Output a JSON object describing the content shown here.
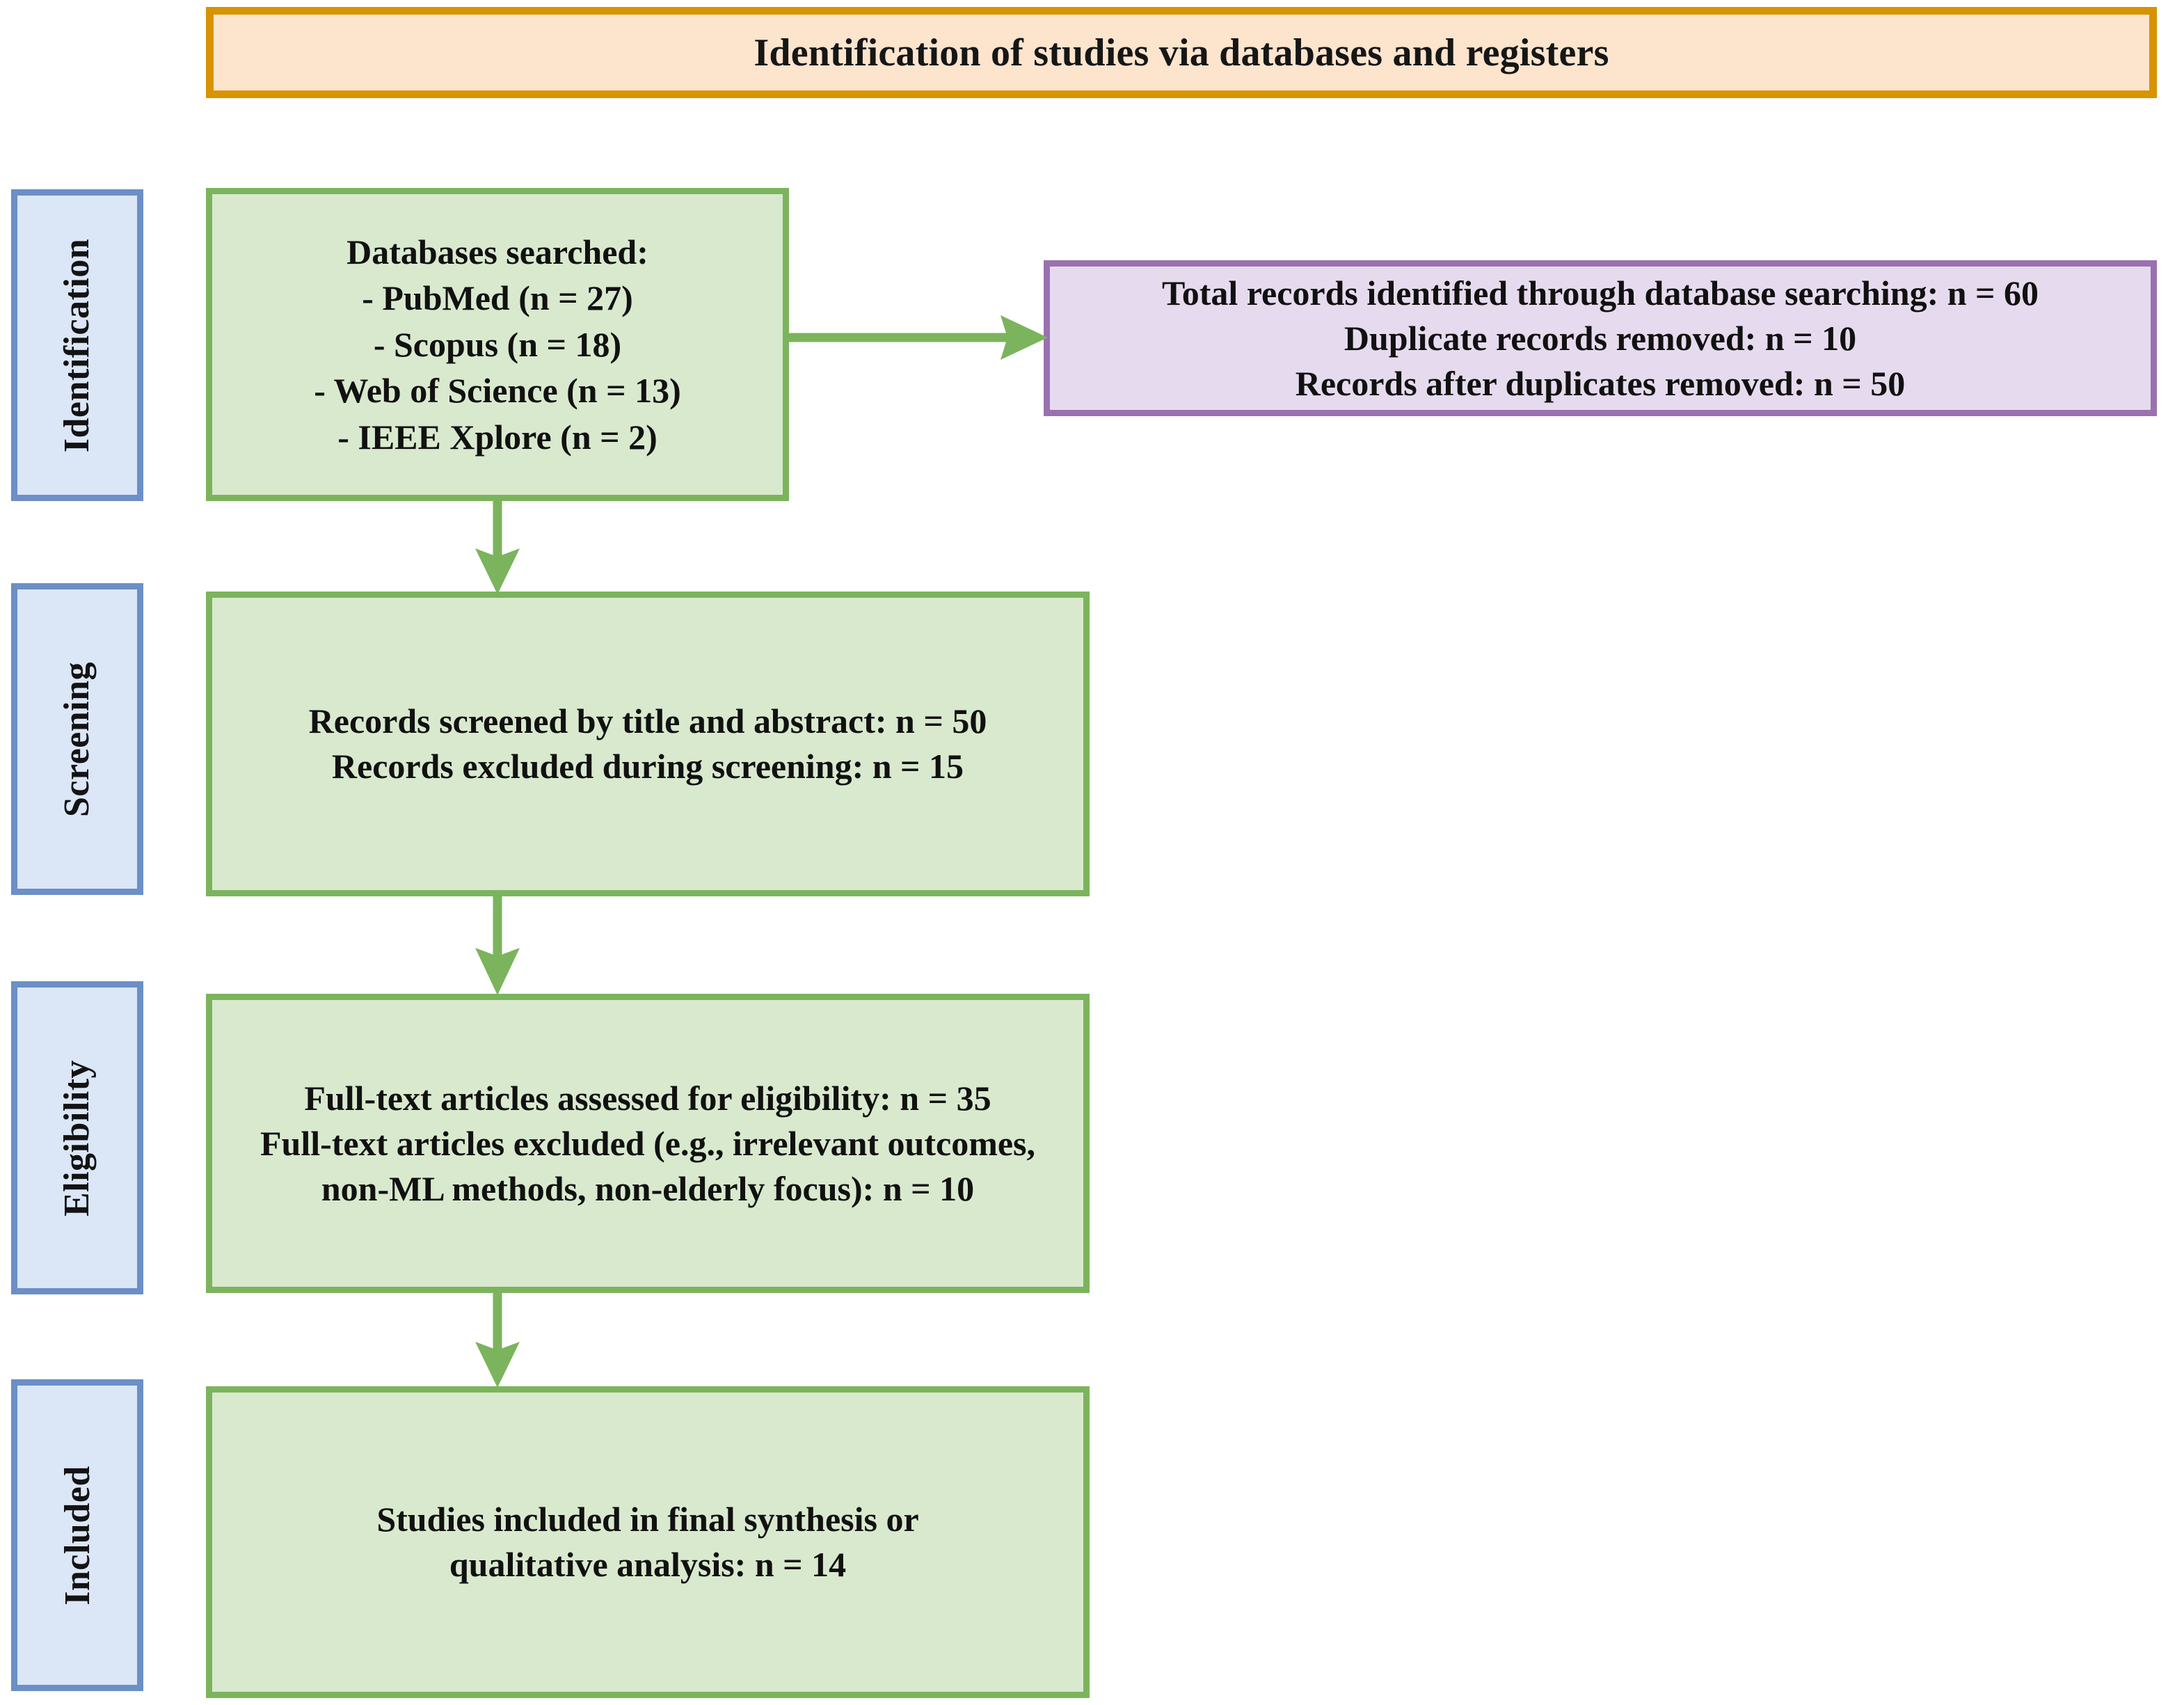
{
  "diagram": {
    "type": "prisma-flow-diagram",
    "title": "Identification of studies via databases and registers",
    "accent_colors": {
      "title_border": "#d79300",
      "title_fill": "#fce4cd",
      "stage_label_border": "#6b8fc6",
      "stage_label_fill": "#dbe6f7",
      "flow_border": "#7bb45d",
      "flow_fill": "#d9e9ce",
      "records_border": "#9a71b0",
      "records_fill": "#e6dbee",
      "arrow": "#7bb45d"
    }
  },
  "stages": [
    {
      "id": "identification",
      "label": "Identification"
    },
    {
      "id": "screening",
      "label": "Screening"
    },
    {
      "id": "eligibility",
      "label": "Eligibility"
    },
    {
      "id": "included",
      "label": "Included"
    }
  ],
  "boxes": {
    "databases": {
      "lines": [
        "Databases searched:",
        "- PubMed (n = 27)",
        "- Scopus (n = 18)",
        "- Web of Science (n = 13)",
        "- IEEE Xplore (n = 2)"
      ]
    },
    "records": {
      "lines": [
        "Total records identified through database searching: n = 60",
        "Duplicate records removed: n = 10",
        "Records after duplicates removed: n = 50"
      ]
    },
    "screening": {
      "lines": [
        "Records screened by title and abstract: n = 50",
        "Records excluded during screening: n = 15"
      ]
    },
    "eligibility": {
      "lines": [
        "Full-text articles assessed for eligibility: n = 35",
        "Full-text articles excluded (e.g., irrelevant outcomes, non-ML methods, non-elderly focus): n = 10"
      ]
    },
    "included": {
      "lines": [
        "Studies included in final synthesis or qualitative analysis: n = 14"
      ]
    }
  },
  "counts": {
    "pubmed": 27,
    "scopus": 18,
    "web_of_science": 13,
    "ieee_xplore": 2,
    "total_identified": 60,
    "duplicates_removed": 10,
    "after_duplicates": 50,
    "screened": 50,
    "excluded_screening": 15,
    "fulltext_assessed": 35,
    "fulltext_excluded": 10,
    "included": 14
  },
  "connectors": [
    {
      "id": "databases-to-records",
      "from": "databases",
      "to": "records",
      "direction": "right"
    },
    {
      "id": "databases-to-screening",
      "from": "databases",
      "to": "screening",
      "direction": "down"
    },
    {
      "id": "screening-to-eligibility",
      "from": "screening",
      "to": "eligibility",
      "direction": "down"
    },
    {
      "id": "eligibility-to-included",
      "from": "eligibility",
      "to": "included",
      "direction": "down"
    }
  ]
}
